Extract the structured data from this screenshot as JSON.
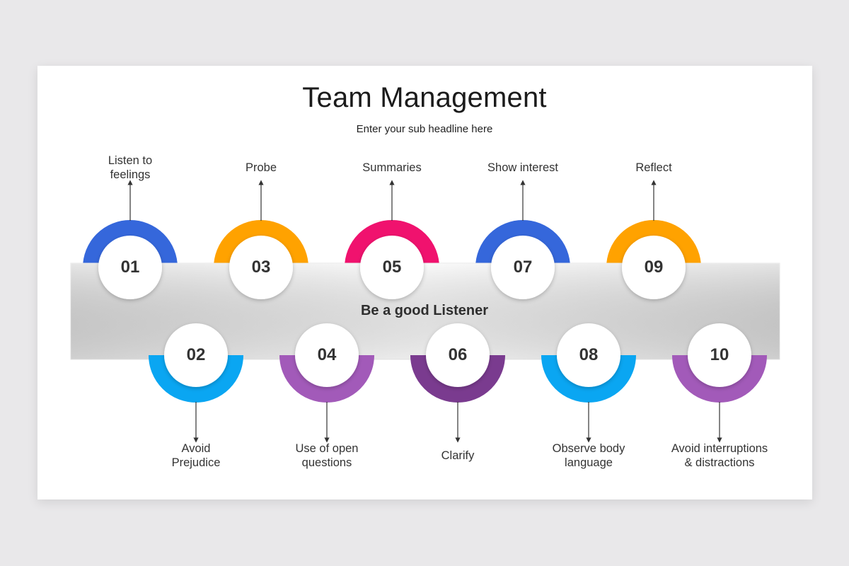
{
  "title": "Team Management",
  "subtitle": "Enter your sub headline here",
  "band_label": "Be a good Listener",
  "steps": [
    {
      "number": "01",
      "label_lines": [
        "Listen to",
        "feelings"
      ],
      "color": "#3567db"
    },
    {
      "number": "02",
      "label_lines": [
        "Avoid",
        "Prejudice"
      ],
      "color": "#0aa6f2"
    },
    {
      "number": "03",
      "label_lines": [
        "Probe"
      ],
      "color": "#ffa200"
    },
    {
      "number": "04",
      "label_lines": [
        "Use of open",
        "questions"
      ],
      "color": "#a25ab9"
    },
    {
      "number": "05",
      "label_lines": [
        "Summaries"
      ],
      "color": "#f0126e"
    },
    {
      "number": "06",
      "label_lines": [
        "Clarify"
      ],
      "color": "#7a3b8f"
    },
    {
      "number": "07",
      "label_lines": [
        "Show interest"
      ],
      "color": "#3567db"
    },
    {
      "number": "08",
      "label_lines": [
        "Observe body",
        "language"
      ],
      "color": "#0aa6f2"
    },
    {
      "number": "09",
      "label_lines": [
        "Reflect"
      ],
      "color": "#ffa200"
    },
    {
      "number": "10",
      "label_lines": [
        "Avoid interruptions",
        "& distractions"
      ],
      "color": "#a25ab9"
    }
  ]
}
